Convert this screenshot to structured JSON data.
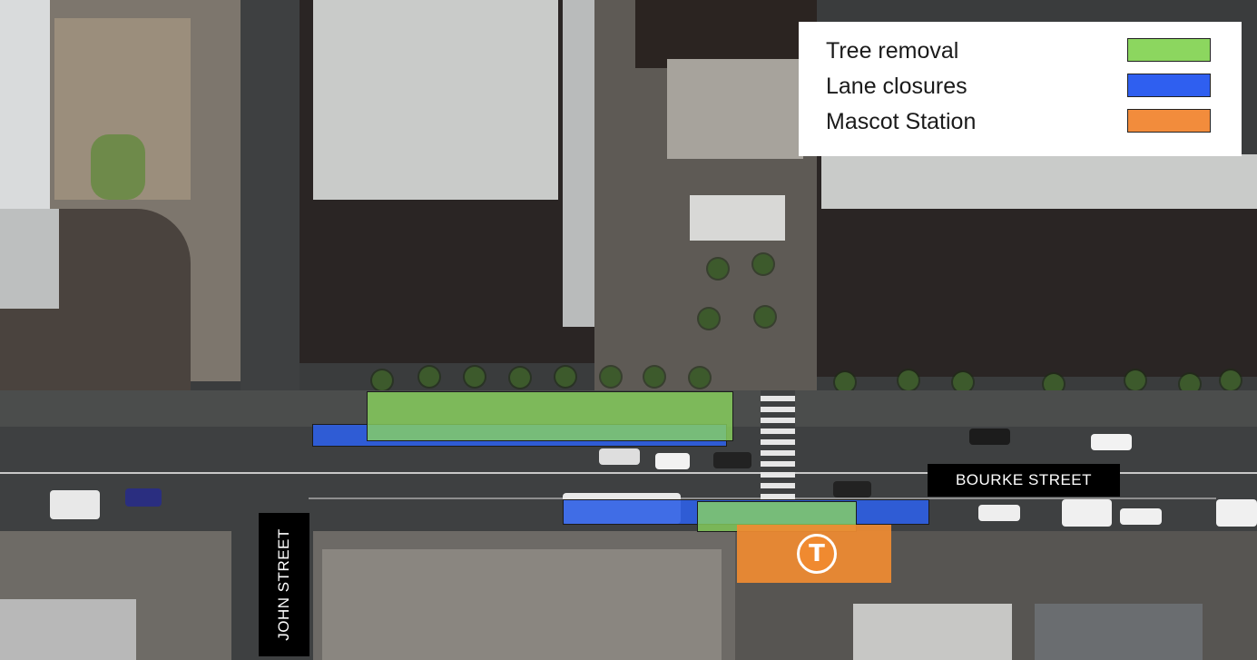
{
  "legend": {
    "items": [
      {
        "label": "Tree removal",
        "color": "#8cd65f"
      },
      {
        "label": "Lane closures",
        "color": "#2f5ff0"
      },
      {
        "label": "Mascot Station",
        "color": "#f28c3c"
      }
    ]
  },
  "streets": {
    "bourke": "BOURKE STREET",
    "john": "JOHN STREET"
  },
  "station_icon": {
    "glyph": "T",
    "icon": "train-station-icon",
    "color": "#f08a30"
  },
  "colors": {
    "tree_removal": "#8cd65f",
    "lane_closures": "#2f5ff0",
    "mascot_station": "#f28c3c"
  }
}
